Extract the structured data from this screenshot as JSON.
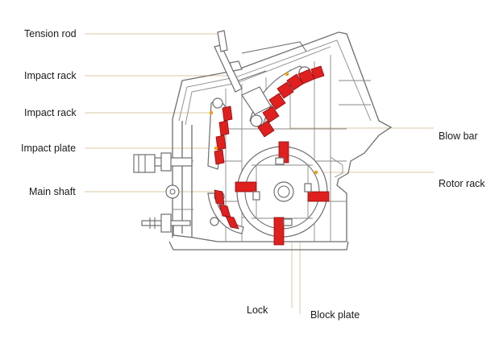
{
  "labels": {
    "tension_rod": "Tension rod",
    "impact_rack_upper": "Impact rack",
    "impact_rack_lower": "Impact rack",
    "impact_plate": "Impact plate",
    "main_shaft": "Main shaft",
    "blow_bar": "Blow bar",
    "rotor_rack": "Rotor rack",
    "lock": "Lock",
    "block_plate": "Block plate"
  },
  "colors": {
    "liner_red": "#e01f1f",
    "marker_orange": "#e8a21a",
    "line_gray": "#6e6e6e",
    "leader_tan": "#d9c8a0"
  }
}
